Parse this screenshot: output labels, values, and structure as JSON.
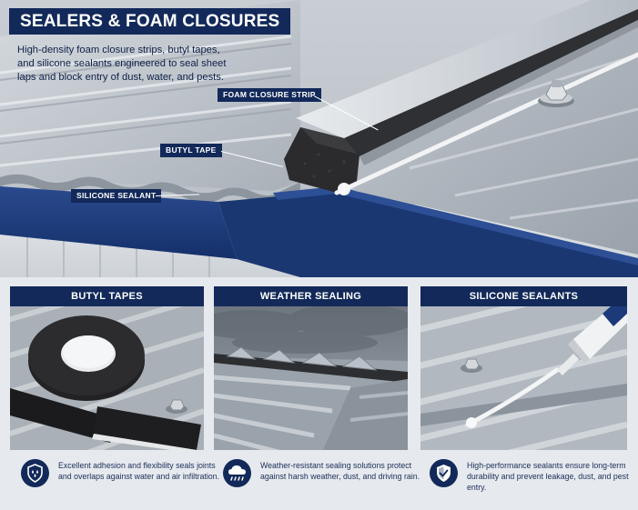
{
  "hero": {
    "title": "SEALERS & FOAM CLOSURES",
    "description": "High-density foam closure strips, butyl tapes, and silicone sealants engineered to seal sheet laps and block entry of dust, water, and pests.",
    "callouts": {
      "foam": "FOAM CLOSURE STRIP",
      "butyl": "BUTYL TAPE",
      "silicone": "SILICONE SEALANT"
    }
  },
  "panels": [
    {
      "title": "BUTYL TAPES"
    },
    {
      "title": "WEATHER SEALING"
    },
    {
      "title": "SILICONE SEALANTS"
    }
  ],
  "features": [
    {
      "icon": "shield-water-drops-icon",
      "text": "Excellent adhesion and flexibility seals joints and overlaps against water and air infiltration."
    },
    {
      "icon": "rain-cloud-icon",
      "text": "Weather-resistant sealing solutions protect against harsh weather, dust, and driving rain."
    },
    {
      "icon": "shield-check-icon",
      "text": "High-performance sealants ensure long-term durability and prevent leakage, dust, and pest entry."
    }
  ],
  "colors": {
    "navy": "#12295a",
    "metal": "#b9c0c8",
    "trim_blue": "#1f3c7a"
  }
}
